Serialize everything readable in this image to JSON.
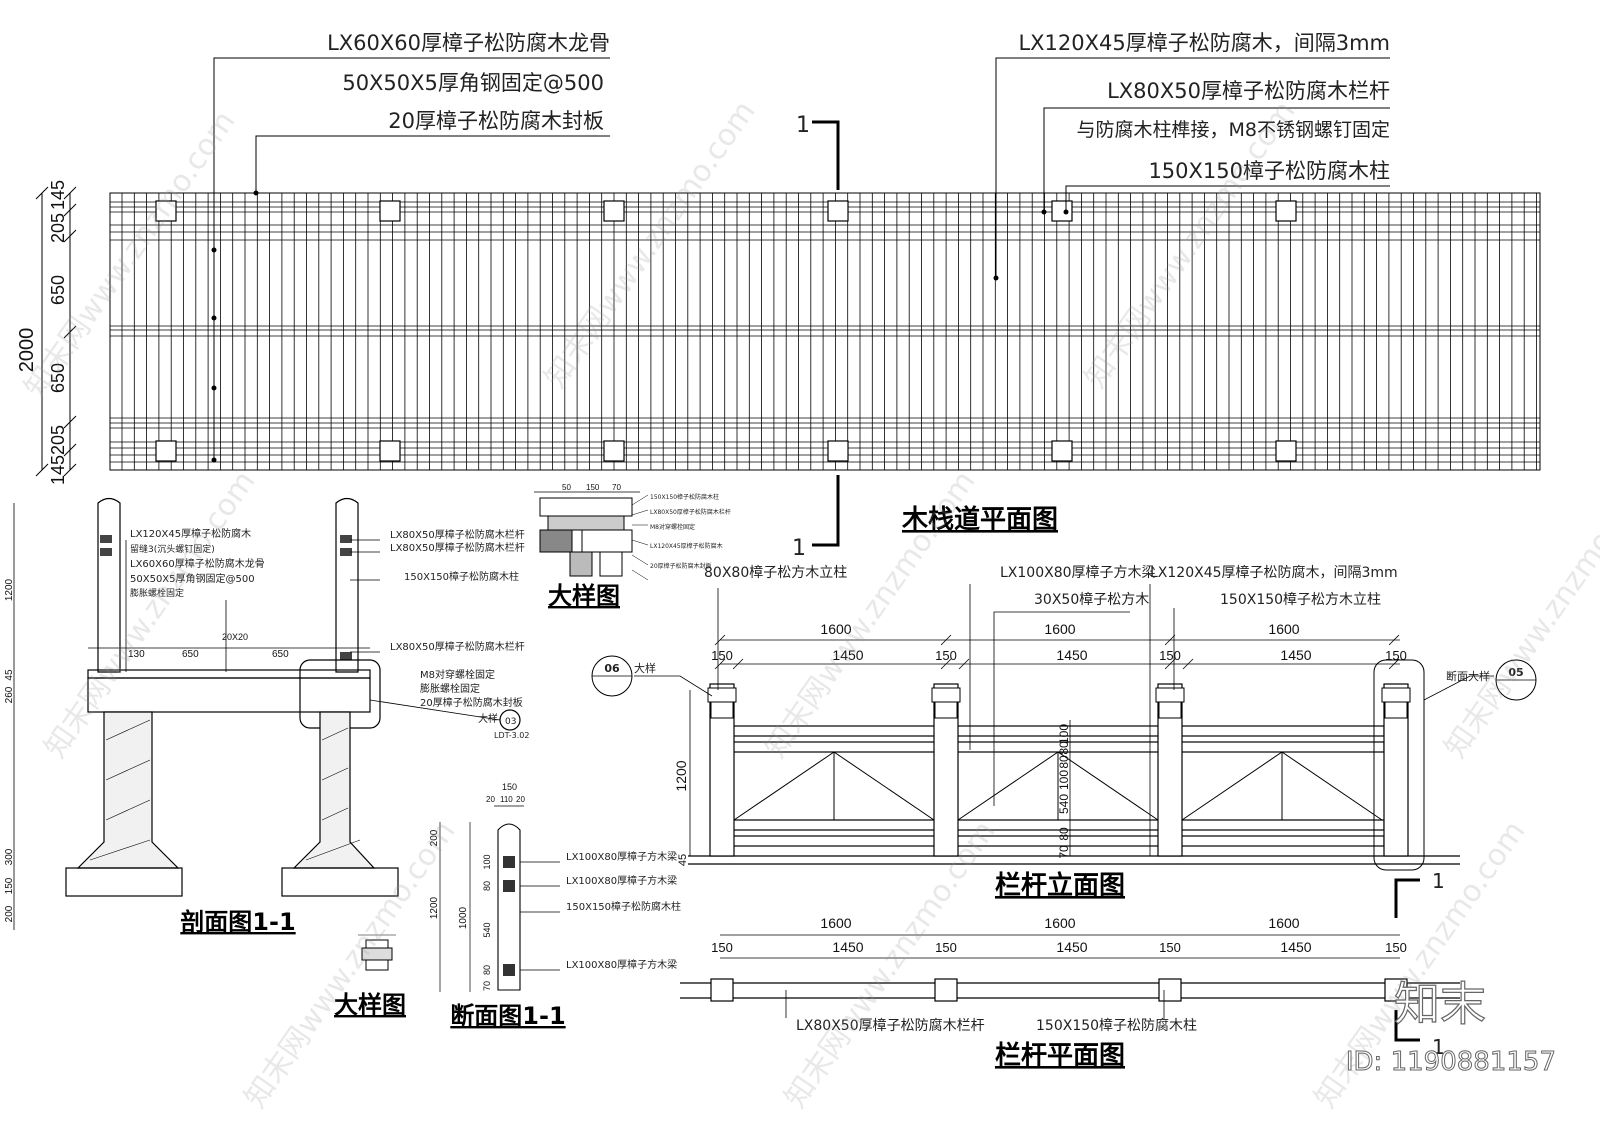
{
  "plan": {
    "title": "木栈道平面图",
    "notes_left": [
      "LX60X60厚樟子松防腐木龙骨",
      "50X50X5厚角钢固定@500",
      "20厚樟子松防腐木封板"
    ],
    "notes_right": [
      "LX120X45厚樟子松防腐木，间隔3mm",
      "LX80X50厚樟子松防腐木栏杆",
      "与防腐木柱榫接，M8不锈钢螺钉固定",
      "150X150樟子松防腐木柱"
    ],
    "dims_left": [
      "145",
      "205",
      "650",
      "650",
      "205",
      "145"
    ],
    "dim_total": "2000",
    "section_mark": "1"
  },
  "section": {
    "title": "剖面图1-1",
    "notes_left": [
      "LX120X45厚樟子松防腐木",
      "留缝3(沉头螺钉固定)",
      "LX60X60厚樟子松防腐木龙骨",
      "50X50X5厚角钢固定@500",
      "膨胀螺栓固定"
    ],
    "notes_right": [
      "LX80X50厚樟子松防腐木栏杆",
      "LX80X50厚樟子松防腐木栏杆",
      "150X150樟子松防腐木柱",
      "LX80X50厚樟子松防腐木栏杆",
      "M8对穿螺栓固定",
      "膨胀螺栓固定",
      "20厚樟子松防腐木封板"
    ],
    "detail_label": "大样",
    "detail_no": "03",
    "detail_sheet": "LDT-3.02",
    "dims_top": [
      "130",
      "650",
      "650",
      "20X20"
    ],
    "dims_left": [
      "1200",
      "45",
      "260",
      "300",
      "150",
      "200"
    ]
  },
  "detail_top": {
    "title": "大样图",
    "dims": [
      "50",
      "150",
      "70"
    ],
    "notes": [
      "150X150樟子松防腐木柱",
      "LX80X50厚樟子松防腐木栏杆",
      "M8对穿螺栓固定",
      "LX120X45厚樟子松防腐木",
      "20厚樟子松防腐木封板"
    ]
  },
  "detail_small": {
    "title": "大样图"
  },
  "cross_section": {
    "title": "断面图1-1",
    "dims_top": [
      "150",
      "20",
      "110",
      "20"
    ],
    "dims_left": [
      "200",
      "1200",
      "1000"
    ],
    "dims_inner": [
      "100",
      "80",
      "540",
      "80",
      "70"
    ],
    "notes": [
      "LX100X80厚樟子方木梁",
      "LX100X80厚樟子方木梁",
      "150X150樟子松防腐木柱",
      "LX100X80厚樟子方木梁"
    ]
  },
  "elevation": {
    "title": "栏杆立面图",
    "notes_top": [
      "80X80樟子松方木立柱",
      "LX100X80厚樟子方木梁",
      "30X50樟子松方木",
      "LX120X45厚樟子松防腐木，间隔3mm",
      "150X150樟子松方木立柱"
    ],
    "spans": [
      "1600",
      "1600",
      "1600"
    ],
    "sub_dims": [
      "150",
      "1450",
      "150",
      "1450",
      "150",
      "1450",
      "150"
    ],
    "height": "1200",
    "base": "45",
    "right_dims": [
      "100",
      "80",
      "80",
      "100",
      "540",
      "80",
      "70"
    ],
    "left_callout_label": "大样",
    "left_callout_no": "06",
    "right_callout_label": "断面大样",
    "right_callout_no": "05",
    "section_mark": "1"
  },
  "railing_plan": {
    "title": "栏杆平面图",
    "spans": [
      "1600",
      "1600",
      "1600"
    ],
    "sub_dims": [
      "150",
      "1450",
      "150",
      "1450",
      "150",
      "1450",
      "150"
    ],
    "notes": [
      "LX80X50厚樟子松防腐木栏杆",
      "150X150樟子松防腐木柱"
    ],
    "section_mark": "1"
  },
  "watermark": {
    "text": "知末网www.znzmo.com",
    "brand": "知末",
    "id": "ID: 1190881157"
  }
}
